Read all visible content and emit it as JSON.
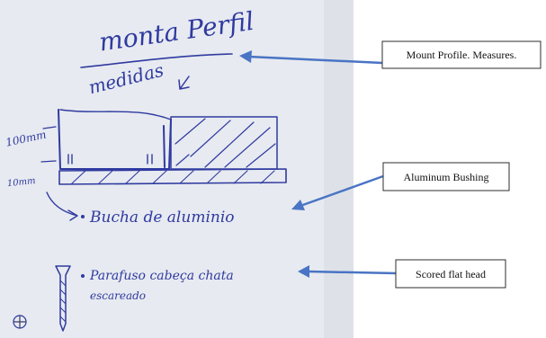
{
  "sketch": {
    "heading": "monta Perfil",
    "subheading": "medidas",
    "dim_top": "100mm",
    "dim_bottom": "10mm",
    "note_bushing": "Bucha de aluminio",
    "note_screw_line1": "Parafuso cabeça chata",
    "note_screw_line2": "escareado"
  },
  "callouts": {
    "mount_profile": "Mount Profile. Measures.",
    "aluminum_bushing": "Aluminum Bushing",
    "scored_flat_head": "Scored flat head"
  },
  "colors": {
    "ink": "#2f3aa0",
    "arrow": "#4a74c4",
    "paper": "#e7eaf0"
  }
}
